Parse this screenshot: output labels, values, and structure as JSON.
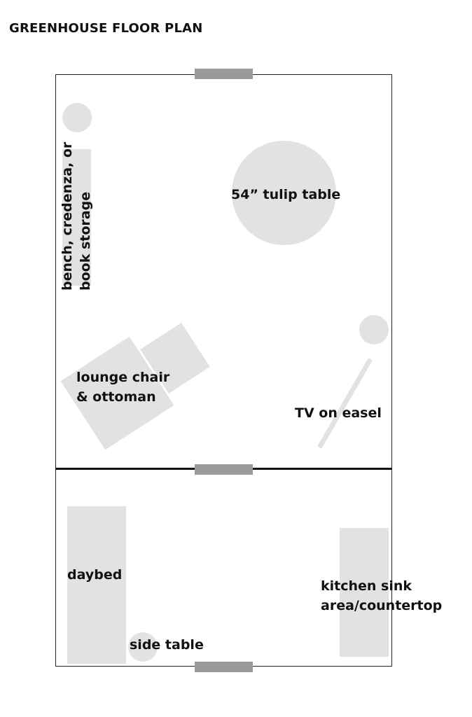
{
  "title": "GREENHOUSE FLOOR PLAN",
  "colors": {
    "furniture_fill": "#e2e2e2",
    "door_fill": "#9a9a9a",
    "wall_line": "#222222",
    "text": "#111111"
  },
  "labels": {
    "tulip_table": "54” tulip table",
    "storage_line1": "bench, credenza, or",
    "storage_line2": "book storage",
    "lounge_line1": "lounge chair",
    "lounge_line2": "& ottoman",
    "tv": "TV on easel",
    "daybed": "daybed",
    "side_table": "side table",
    "kitchen_line1": "kitchen sink",
    "kitchen_line2": "area/countertop"
  }
}
